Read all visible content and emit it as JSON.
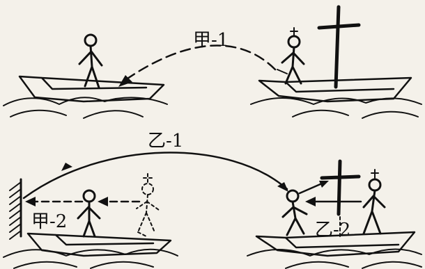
{
  "labels": {
    "jia1": "甲-1",
    "yi1": "乙-1",
    "jia2": "甲-2",
    "yi2": "乙-2"
  },
  "colors": {
    "ink": "#111111",
    "background": "#f4f1ea"
  }
}
